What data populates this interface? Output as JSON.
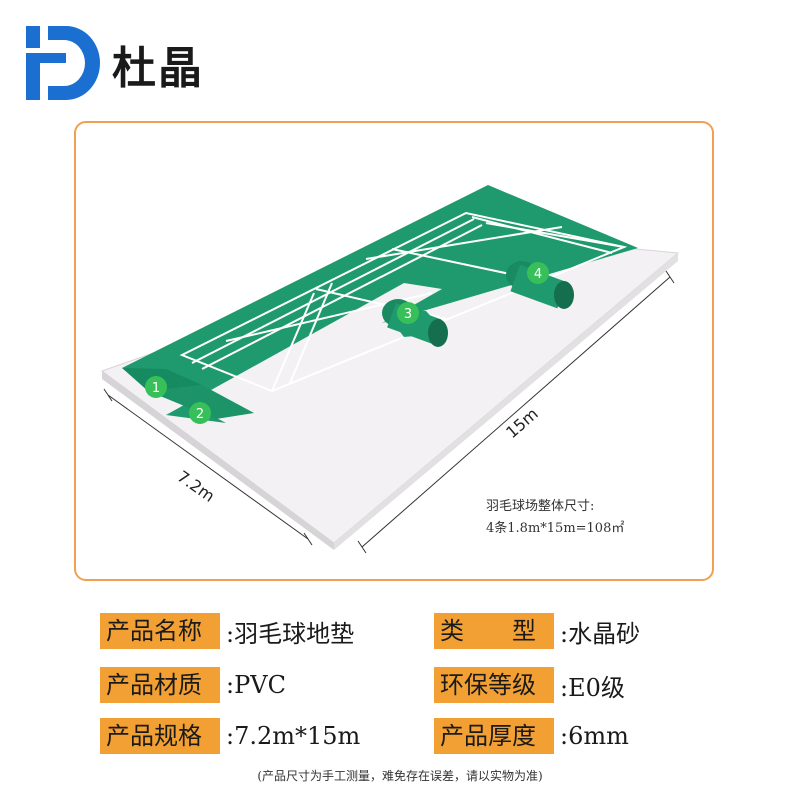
{
  "header": {
    "brand": "杜晶",
    "logo_icon": "dj-logo-icon"
  },
  "illustration": {
    "dim_width": "7.2m",
    "dim_length": "15m",
    "markers": [
      "1",
      "2",
      "3",
      "4"
    ],
    "note_line1": "羽毛球场整体尺寸:",
    "note_line2": "4条1.8m*15m=108㎡",
    "colors": {
      "court_green": "#1f9a6e",
      "base": "#f3f1f3",
      "marker": "#37c05a",
      "frame": "#f0a050"
    }
  },
  "specs": {
    "name_label": "产品名称",
    "name_value": ":羽毛球地垫",
    "type_label": "类　　型",
    "type_value": ":水晶砂",
    "material_label": "产品材质",
    "material_value": ":PVC",
    "grade_label": "环保等级",
    "grade_value": ":E0级",
    "size_label": "产品规格",
    "size_value": ":7.2m*15m",
    "thickness_label": "产品厚度",
    "thickness_value": ":6mm",
    "accent": "#f2a033"
  },
  "footer": {
    "disclaimer": "(产品尺寸为手工测量，难免存在误差，请以实物为准)"
  }
}
